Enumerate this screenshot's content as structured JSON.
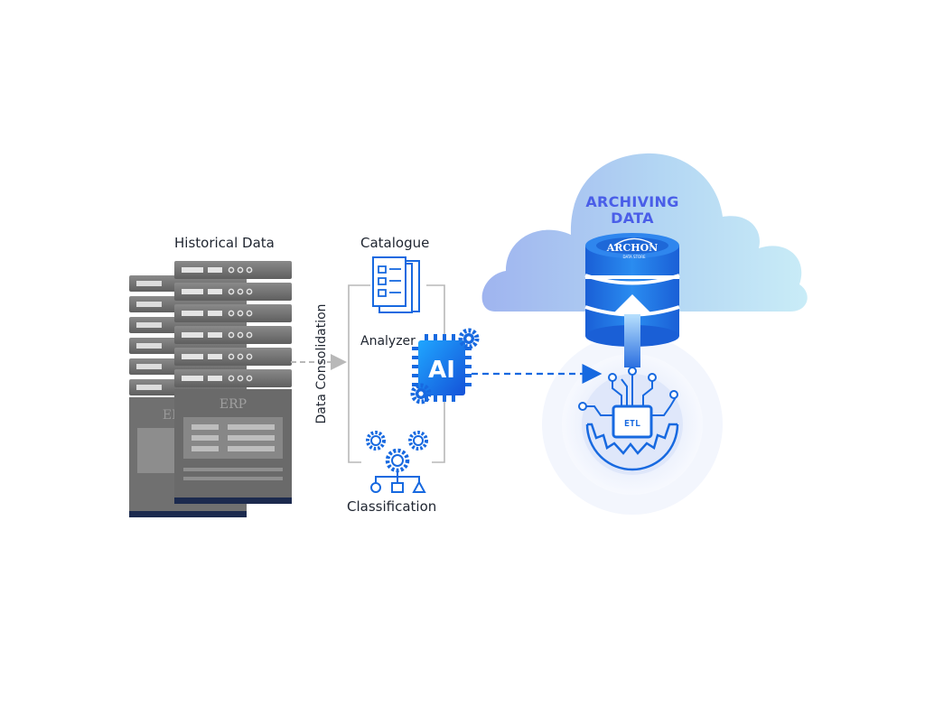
{
  "labels": {
    "historical": "Historical Data",
    "consolidation": "Data Consolidation",
    "catalogue": "Catalogue",
    "analyzer": "Analyzer",
    "classification": "Classification",
    "archive_line1": "ARCHIVING",
    "archive_line2": "DATA",
    "server_front": "ERP",
    "server_back": "ERP",
    "ai_chip": "AI",
    "etl_chip": "ETL",
    "logo_text": "ARCHON",
    "logo_subtext": "DATA STORE"
  },
  "colors": {
    "server_gray": "#6f6f6f",
    "server_dark": "#1c2a4e",
    "accent_blue": "#1769e0",
    "cloud_light": "#c9ecf7",
    "cloud_mid": "#9fb6f0",
    "title_blue": "#4a5ee8",
    "arrow_gray": "#b8b8b8"
  }
}
